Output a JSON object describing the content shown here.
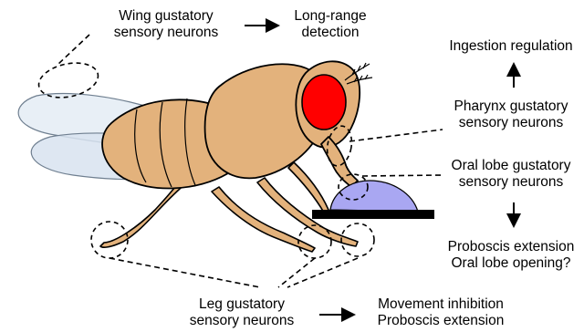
{
  "labels": {
    "wing_neurons": [
      "Wing gustatory",
      "sensory neurons"
    ],
    "long_range": [
      "Long-range",
      "detection"
    ],
    "ingestion": [
      "Ingestion regulation"
    ],
    "pharynx_neurons": [
      "Pharynx gustatory",
      "sensory neurons"
    ],
    "oral_lobe_neurons": [
      "Oral lobe gustatory",
      "sensory neurons"
    ],
    "proboscis_oral": [
      "Proboscis extension",
      "Oral lobe opening?"
    ],
    "leg_neurons": [
      "Leg gustatory",
      "sensory neurons"
    ],
    "movement": [
      "Movement inhibition",
      "Proboscis extension"
    ]
  },
  "colors": {
    "fly_body": "#E3B27C",
    "eye": "#FF0000",
    "wing": "#DCE6F2",
    "food_drop": "#A9A7F2",
    "surface": "#000000"
  }
}
